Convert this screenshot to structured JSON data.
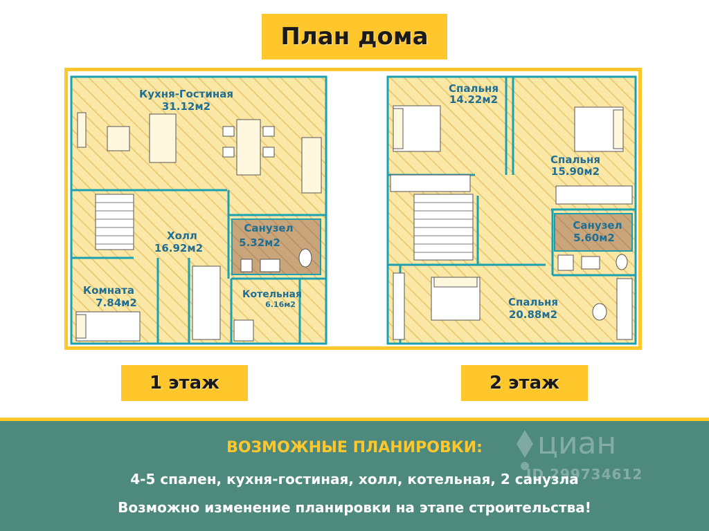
{
  "title": "План дома",
  "floors": [
    {
      "label": "1 этаж",
      "rooms": [
        {
          "name": "Кухня-Гостиная",
          "area": "31.12м2"
        },
        {
          "name": "Холл",
          "area": "16.92м2"
        },
        {
          "name": "Санузел",
          "area": "5.32м2"
        },
        {
          "name": "Комната",
          "area": "7.84м2"
        },
        {
          "name": "Котельная",
          "area": "6.16м2"
        }
      ]
    },
    {
      "label": "2 этаж",
      "rooms": [
        {
          "name": "Спальня",
          "area": "14.22м2"
        },
        {
          "name": "Спальня",
          "area": "15.90м2"
        },
        {
          "name": "Санузел",
          "area": "5.60м2"
        },
        {
          "name": "Спальня",
          "area": "20.88м2"
        }
      ]
    }
  ],
  "info": {
    "heading": "ВОЗМОЖНЫЕ ПЛАНИРОВКИ:",
    "line1": "4-5 спален, кухня-гостиная, холл, котельная, 2 санузла",
    "line2": "Возможно изменение планировки на этапе строительства!"
  },
  "watermark": {
    "brand": "циан",
    "phone": "ID 299734612"
  },
  "colors": {
    "accent": "#ffc72c",
    "band": "#4d8a7d",
    "room_fill": "#fbe7a6",
    "bath_fill": "#c9a57c",
    "wall": "#1aa0b0",
    "label": "#1f6f94"
  }
}
